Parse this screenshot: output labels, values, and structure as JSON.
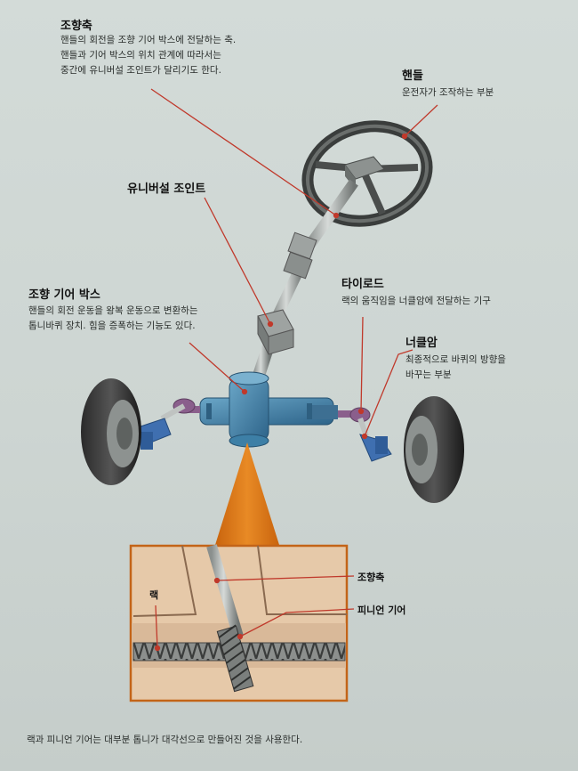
{
  "labels": {
    "steering_shaft": {
      "title": "조향축",
      "desc": "핸들의 회전을 조향 기어 박스에 전달하는 축.\n핸들과 기어 박스의 위치 관계에 따라서는\n중간에 유니버설 조인트가 달리기도 한다."
    },
    "handle": {
      "title": "핸들",
      "desc": "운전자가 조작하는 부분"
    },
    "universal_joint": {
      "title": "유니버설 조인트"
    },
    "tie_rod": {
      "title": "타이로드",
      "desc": "랙의 움직임을 너클암에 전달하는 기구"
    },
    "gear_box": {
      "title": "조향 기어 박스",
      "desc": "핸들의 회전 운동을 왕복 운동으로 변환하는\n톱니바퀴 장치. 힘을 증폭하는 기능도 있다."
    },
    "knuckle_arm": {
      "title": "너클암",
      "desc": "최종적으로 바퀴의 방향을\n바꾸는 부분"
    }
  },
  "detail": {
    "rack": "랙",
    "shaft": "조향축",
    "pinion": "피니언 기어"
  },
  "caption": "랙과 피니언 기어는 대부분 톱니가 대각선으로 만들어진 것을 사용한다.",
  "colors": {
    "leader": "#c0392b",
    "cone": "#e07b16",
    "gearbox": "#3d7fa6",
    "tie_rod_joint": "#8a5f8c",
    "knuckle": "#3f6fb0",
    "detail_bg": "#e6c9a9"
  }
}
